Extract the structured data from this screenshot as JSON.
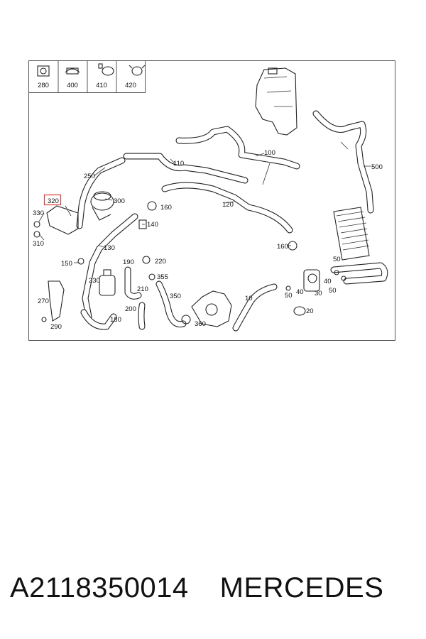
{
  "thumbnails": [
    {
      "icon": "hose-clamp-block-icon",
      "label": "280"
    },
    {
      "icon": "spring-clamp-icon",
      "label": "400"
    },
    {
      "icon": "band-clamp-icon",
      "label": "410"
    },
    {
      "icon": "clip-clamp-icon",
      "label": "420"
    }
  ],
  "callouts": [
    "320",
    "330",
    "310",
    "250",
    "300",
    "160",
    "110",
    "100",
    "500",
    "120",
    "140",
    "130",
    "160",
    "150",
    "190",
    "220",
    "355",
    "230",
    "210",
    "350",
    "270",
    "200",
    "180",
    "10",
    "50",
    "40",
    "30",
    "40",
    "50",
    "50",
    "360",
    "20",
    "290"
  ],
  "highlight": {
    "label": "320",
    "color": "#e53935"
  },
  "footer": {
    "part_number": "A2118350014",
    "brand": "MERCEDES"
  }
}
